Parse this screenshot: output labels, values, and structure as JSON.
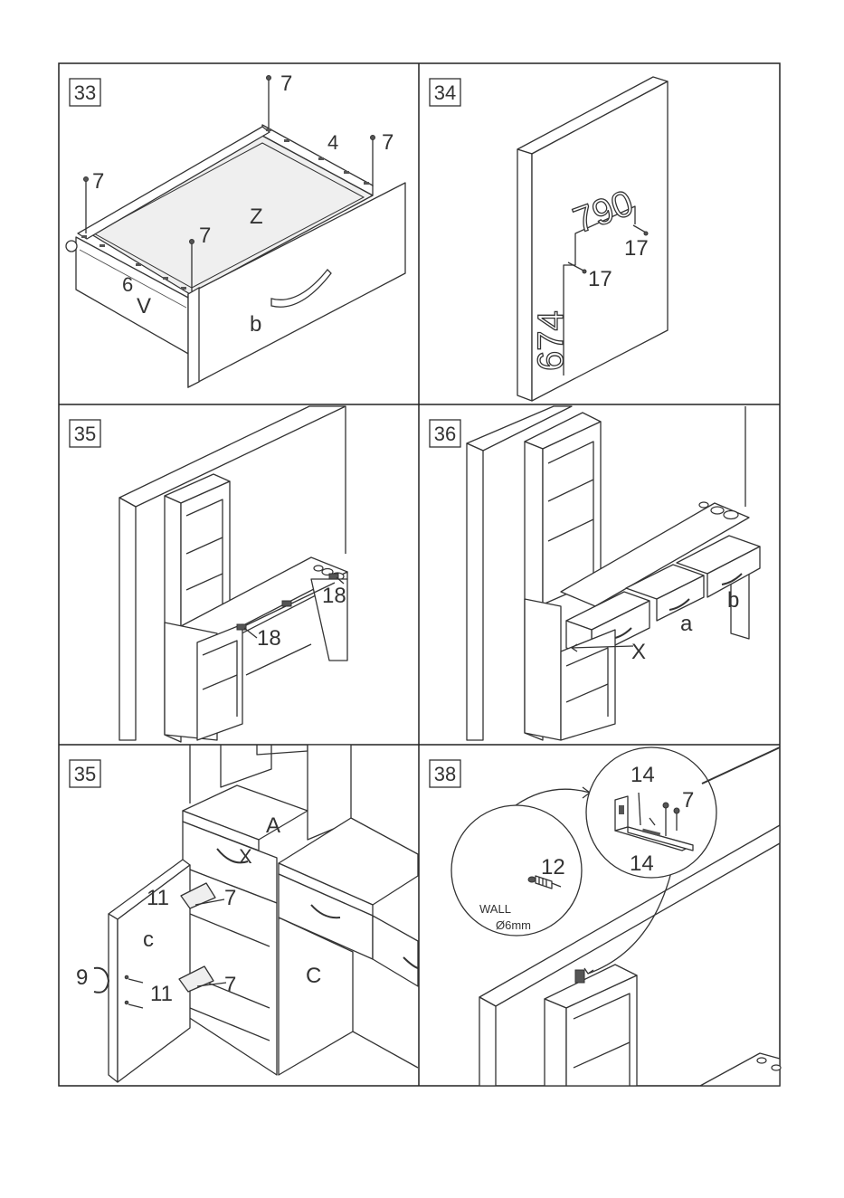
{
  "steps": [
    {
      "number": "33",
      "labels": {
        "screw_top": "7",
        "screw_right": "7",
        "screw_left": "7",
        "screw_front": "7",
        "part_back": "4",
        "part_bottom": "Z",
        "part_side_num": "6",
        "part_side": "V",
        "part_front": "b"
      }
    },
    {
      "number": "34",
      "labels": {
        "height": "790",
        "offset_upper": "17",
        "offset_lower": "17",
        "width": "674"
      }
    },
    {
      "number": "35",
      "labels": {
        "bracket_right": "18",
        "bracket_left": "18"
      }
    },
    {
      "number": "36",
      "labels": {
        "drawer_left": "X",
        "drawer_mid": "a",
        "drawer_right": "b"
      }
    },
    {
      "number": "35",
      "labels": {
        "top_unit": "A",
        "handle": "X",
        "hinge_upper": "11",
        "hinge_upper_screw": "7",
        "door": "c",
        "door_knob": "9",
        "hinge_lower": "11",
        "hinge_lower_screw": "7",
        "cabinet": "C"
      }
    },
    {
      "number": "38",
      "labels": {
        "bracket_top": "14",
        "screw": "7",
        "bracket_bottom": "14",
        "dowel": "12",
        "wall": "WALL",
        "drill": "Ø6mm"
      }
    }
  ]
}
